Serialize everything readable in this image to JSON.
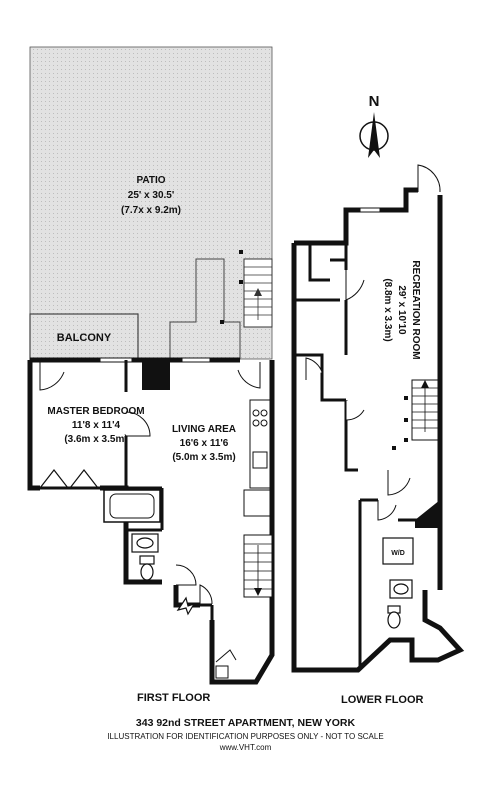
{
  "compass": {
    "label": "N"
  },
  "patio": {
    "name": "PATIO",
    "dims_ft": "25' x 30.5'",
    "dims_m": "(7.7x x 9.2m)"
  },
  "balcony": {
    "name": "BALCONY"
  },
  "master_bedroom": {
    "name": "MASTER BEDROOM",
    "dims_ft": "11'8 x 11'4",
    "dims_m": "(3.6m x 3.5m)"
  },
  "living_area": {
    "name": "LIVING AREA",
    "dims_ft": "16'6 x 11'6",
    "dims_m": "(5.0m x 3.5m)"
  },
  "recreation_room": {
    "name": "RECREATION ROOM",
    "dims_ft": "29' x 10'10",
    "dims_m": "(8.8m x 3.3m)"
  },
  "washer_dryer": {
    "label": "W/D"
  },
  "floors": {
    "first": "FIRST FLOOR",
    "lower": "LOWER FLOOR"
  },
  "footer": {
    "title": "343 92nd STREET APARTMENT, NEW YORK",
    "disclaimer": "ILLUSTRATION FOR IDENTIFICATION PURPOSES ONLY - NOT TO SCALE",
    "website": "www.VHT.com"
  }
}
